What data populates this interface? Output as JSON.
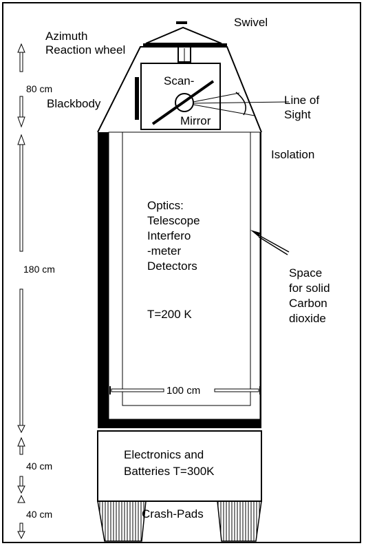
{
  "labels": {
    "swivel": "Swivel",
    "azimuth": "Azimuth",
    "reaction_wheel": "Reaction wheel",
    "blackbody": "Blackbody",
    "scan": "Scan-",
    "mirror": "Mirror",
    "line_of": "Line of",
    "sight": "Sight",
    "isolation": "Isolation",
    "optics_lines": [
      "Optics:",
      "Telescope",
      "Interfero",
      "-meter",
      "Detectors"
    ],
    "temperature_inner": "T=200 K",
    "space_lines": [
      "Space",
      "for solid",
      "Carbon",
      "dioxide"
    ],
    "width_100": "100 cm",
    "electronics_line1": "Electronics and",
    "electronics_line2": "Batteries  T=300K",
    "crash_pads": "Crash-Pads"
  },
  "dimensions": {
    "d80": "80 cm",
    "d180": "180 cm",
    "d40a": "40 cm",
    "d40b": "40 cm"
  }
}
